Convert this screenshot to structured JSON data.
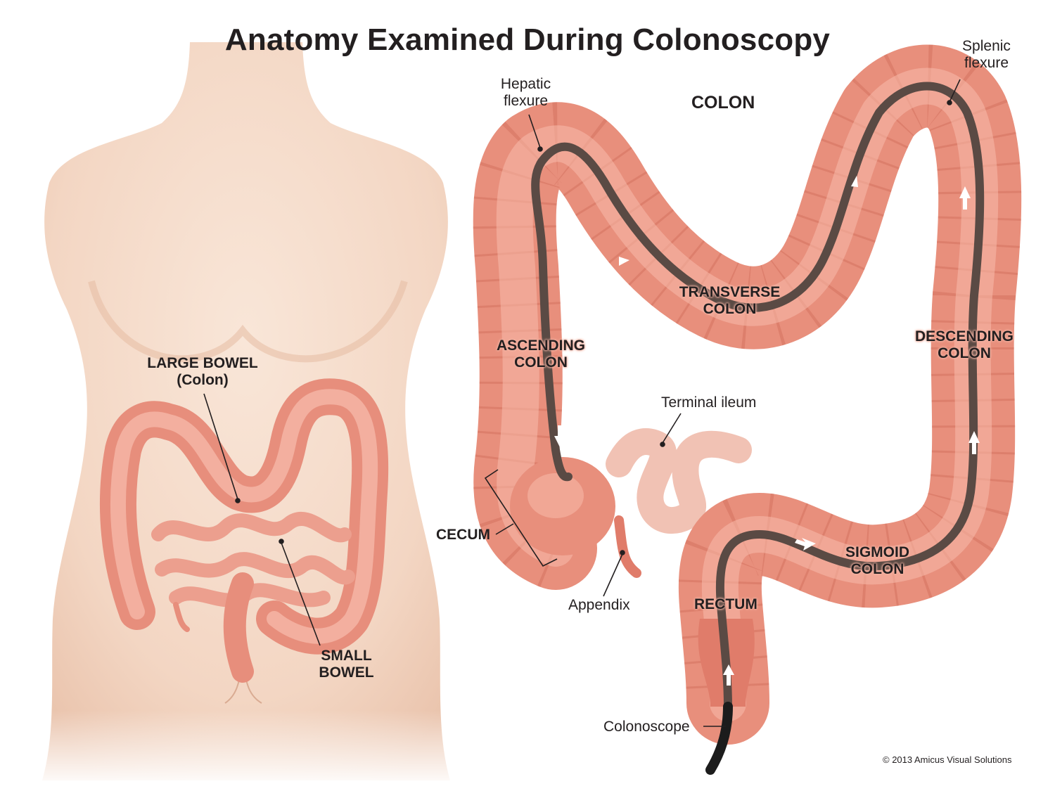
{
  "title": "Anatomy Examined During Colonoscopy",
  "labels": {
    "colon_header": "COLON",
    "hepatic_flexure": [
      "Hepatic",
      "flexure"
    ],
    "splenic_flexure": [
      "Splenic",
      "flexure"
    ],
    "transverse_colon": [
      "TRANSVERSE",
      "COLON"
    ],
    "ascending_colon": [
      "ASCENDING",
      "COLON"
    ],
    "descending_colon": [
      "DESCENDING",
      "COLON"
    ],
    "terminal_ileum": "Terminal ileum",
    "cecum": "CECUM",
    "appendix": "Appendix",
    "rectum": "RECTUM",
    "sigmoid_colon": [
      "SIGMOID",
      "COLON"
    ],
    "colonoscope": "Colonoscope",
    "large_bowel": [
      "LARGE BOWEL",
      "(Colon)"
    ],
    "small_bowel": [
      "SMALL",
      "BOWEL"
    ]
  },
  "copyright": "© 2013 Amicus Visual Solutions",
  "colors": {
    "colon_fill": "#ee9a88",
    "colon_dark": "#c9604f",
    "colon_light": "#f8c2b4",
    "skin": "#f5dccb",
    "skin_shadow": "#e9c2a9",
    "ileum": "#f3c9be",
    "scope": "#5a4a44",
    "scope_black": "#1c1c1c"
  }
}
